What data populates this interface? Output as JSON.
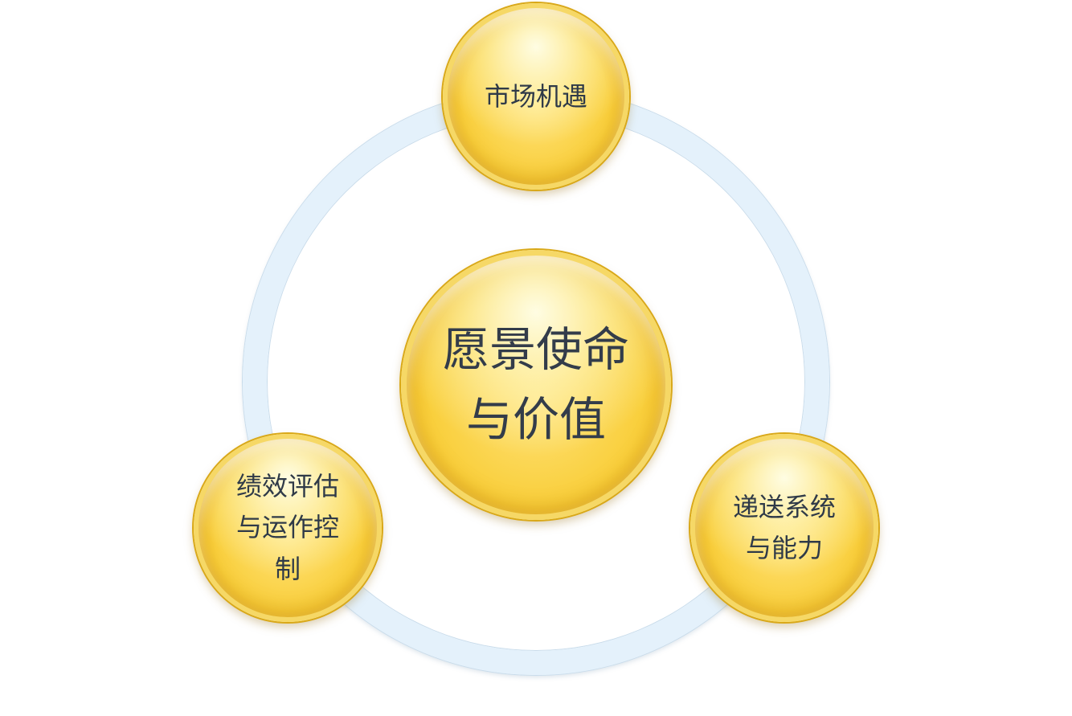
{
  "diagram": {
    "center": {
      "line1": "愿景使命",
      "line2": "与价值"
    },
    "top": {
      "line1": "市场机遇"
    },
    "left": {
      "line1": "绩效评估",
      "line2": "与运作控",
      "line3": "制"
    },
    "right": {
      "line1": "递送系统",
      "line2": "与能力"
    }
  },
  "colors": {
    "ring": "#e4f1fb",
    "node_gold": "#f9cf3c",
    "text": "#2f3a48"
  }
}
